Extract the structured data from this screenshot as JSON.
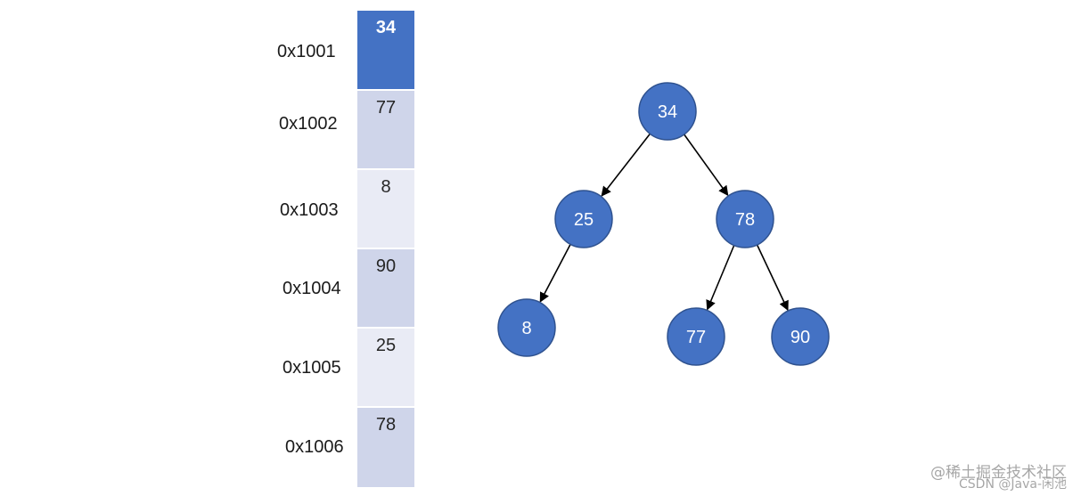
{
  "memory": {
    "cells": [
      {
        "address": "0x1001",
        "value": "34"
      },
      {
        "address": "0x1002",
        "value": "77"
      },
      {
        "address": "0x1003",
        "value": "8"
      },
      {
        "address": "0x1004",
        "value": "90"
      },
      {
        "address": "0x1005",
        "value": "25"
      },
      {
        "address": "0x1006",
        "value": "78"
      }
    ]
  },
  "tree": {
    "nodes": [
      {
        "id": "n34",
        "value": "34"
      },
      {
        "id": "n25",
        "value": "25"
      },
      {
        "id": "n78",
        "value": "78"
      },
      {
        "id": "n8",
        "value": "8"
      },
      {
        "id": "n77",
        "value": "77"
      },
      {
        "id": "n90",
        "value": "90"
      }
    ],
    "edges": [
      {
        "from": "n34",
        "to": "n25"
      },
      {
        "from": "n34",
        "to": "n78"
      },
      {
        "from": "n25",
        "to": "n8"
      },
      {
        "from": "n78",
        "to": "n77"
      },
      {
        "from": "n78",
        "to": "n90"
      }
    ]
  },
  "colors": {
    "node_fill": "#4472c4",
    "node_stroke": "#2f528f",
    "cell_highlight": "#4472c4",
    "cell_dark": "#cfd5ea",
    "cell_light": "#e9ebf5",
    "edge": "#000000"
  },
  "watermark": {
    "line1": "@稀土掘金技术社区",
    "line2": "CSDN @Java-闲池"
  }
}
